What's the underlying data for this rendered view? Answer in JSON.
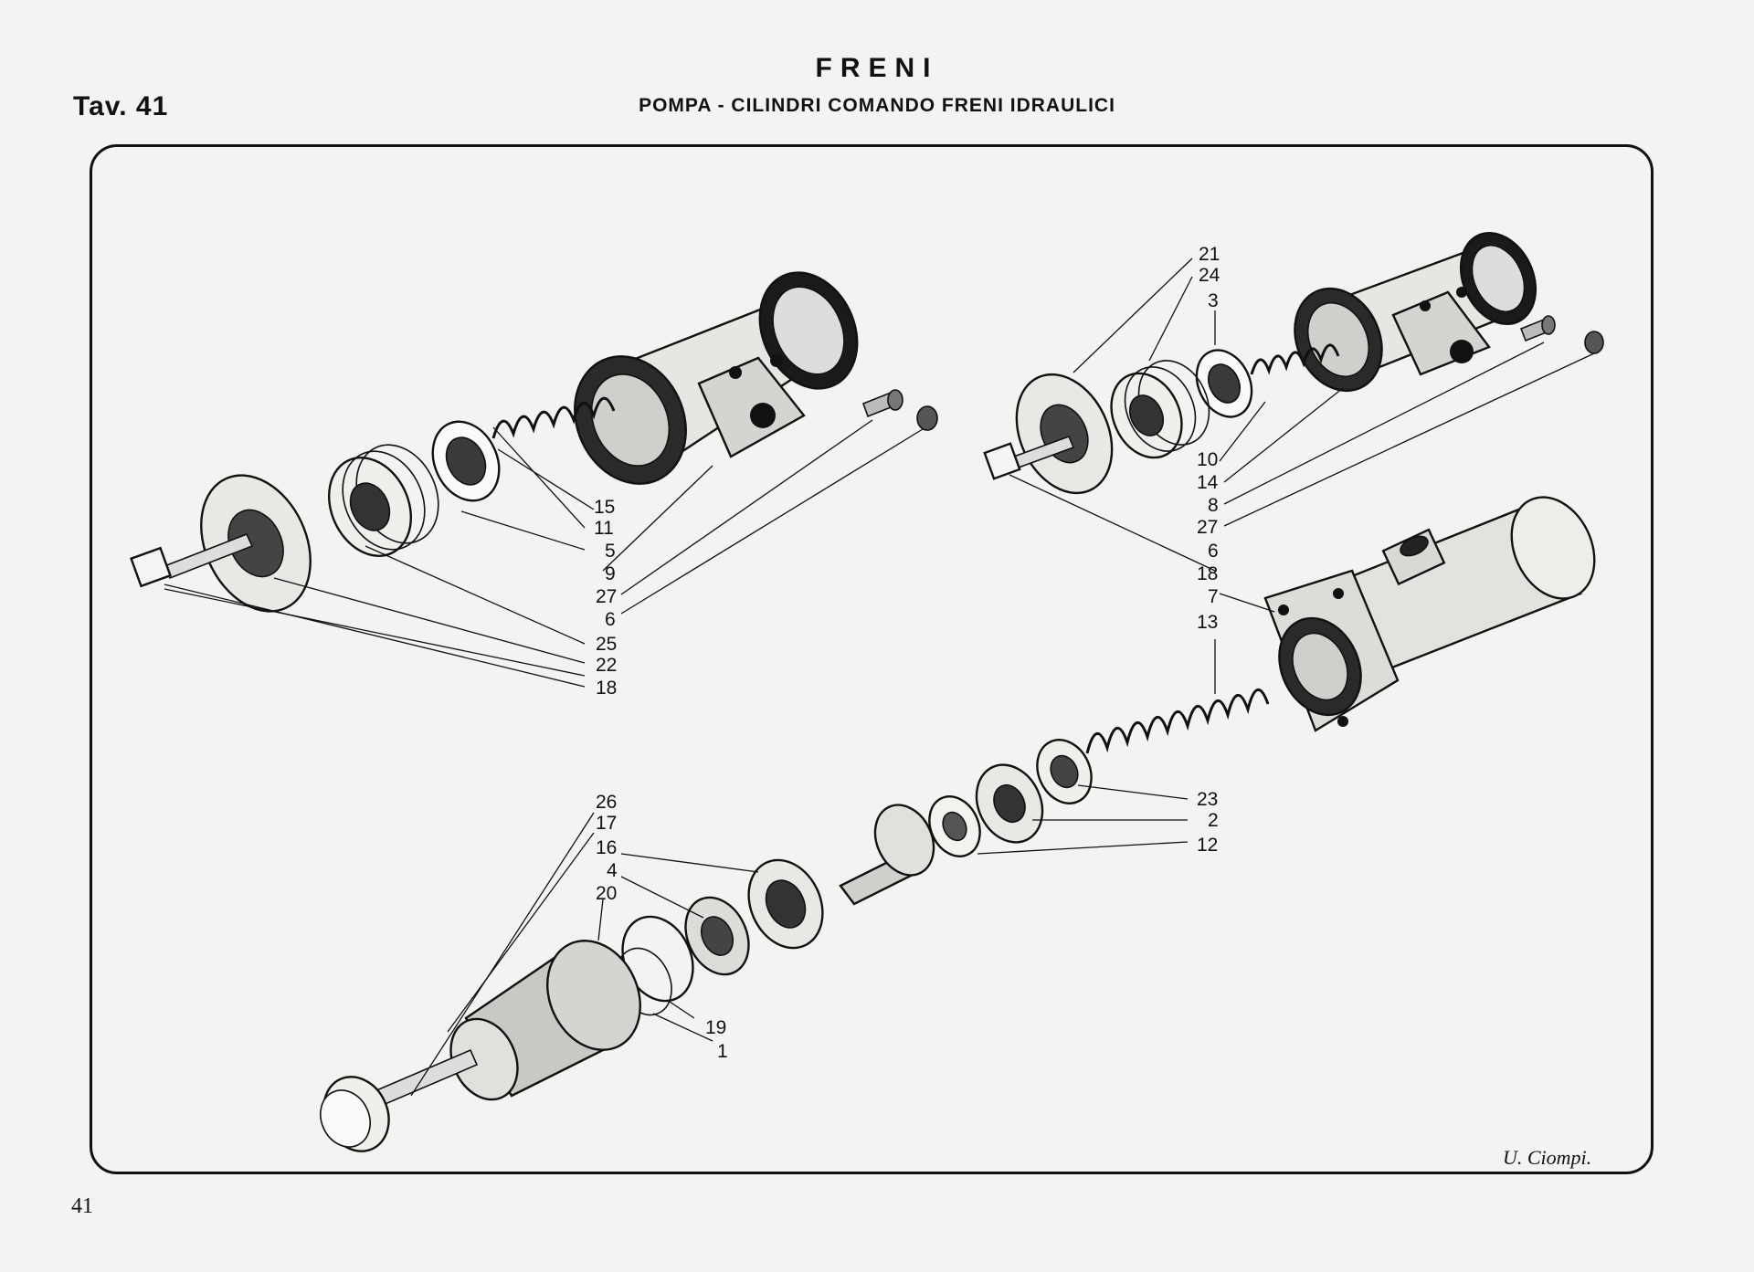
{
  "header": {
    "plate": "Tav. 41",
    "title": "FRENI",
    "subtitle": "POMPA - CILINDRI COMANDO FRENI IDRAULICI"
  },
  "page_number": "41",
  "signature": "U. Ciompi.",
  "callouts": {
    "left_cylinder": [
      "15",
      "11",
      "5",
      "9",
      "27",
      "6",
      "25",
      "22",
      "18"
    ],
    "right_cylinder": [
      "21",
      "24",
      "3",
      "10",
      "14",
      "8",
      "27",
      "6",
      "18",
      "7",
      "13"
    ],
    "master_cylinder_left": [
      "26",
      "17",
      "16",
      "4",
      "20"
    ],
    "master_cylinder_right": [
      "23",
      "2",
      "12"
    ],
    "master_cylinder_bottom": [
      "19",
      "1"
    ]
  }
}
